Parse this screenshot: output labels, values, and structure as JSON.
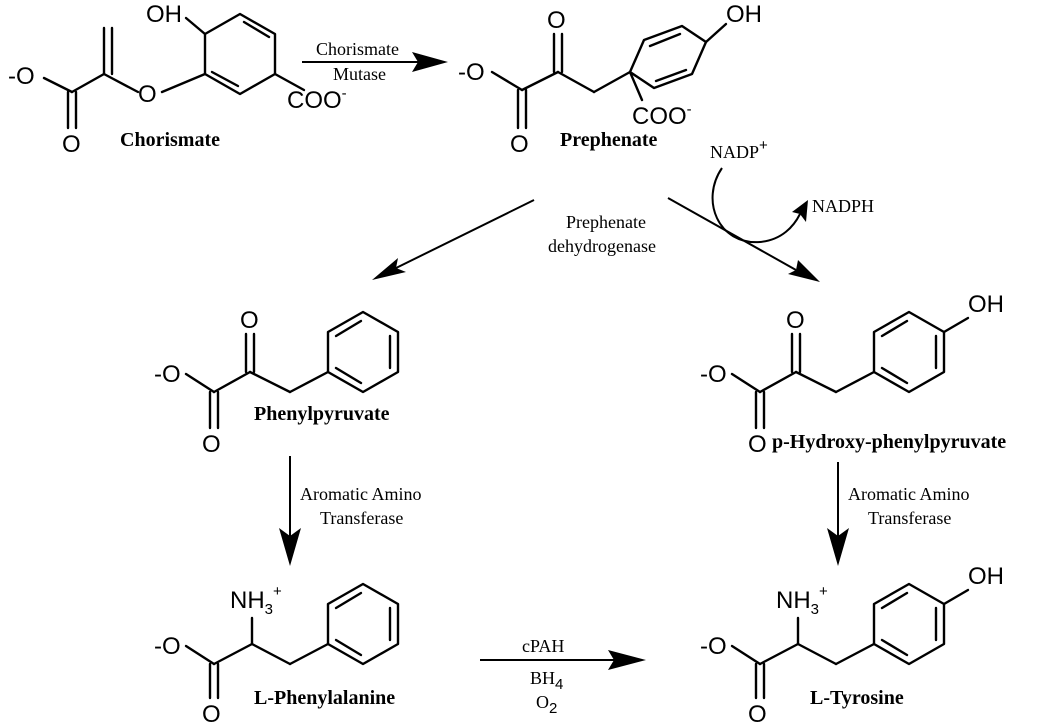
{
  "compounds": {
    "chorismate": "Chorismate",
    "prephenate": "Prephenate",
    "phenylpyruvate": "Phenylpyruvate",
    "hydroxyphenylpyruvate": "p-Hydroxy-phenylpyruvate",
    "phenylalanine": "L-Phenylalanine",
    "tyrosine": "L-Tyrosine"
  },
  "enzymes": {
    "mutase_line1": "Chorismate",
    "mutase_line2": "Mutase",
    "dehydrogenase_line1": "Prephenate",
    "dehydrogenase_line2": "dehydrogenase",
    "transferase_left_line1": "Aromatic Amino",
    "transferase_left_line2": "Transferase",
    "transferase_right_line1": "Aromatic Amino",
    "transferase_right_line2": "Transferase",
    "hydroxylase": "cPAH"
  },
  "cofactors": {
    "nadp_in": "NADP",
    "nadp_in_charge": "+",
    "nadph_out": "NADPH",
    "bh4_base": "BH",
    "bh4_sub": "4",
    "o2_base": "O",
    "o2_sub": "2"
  },
  "atoms": {
    "oxygen": "O",
    "hydroxyl": "OH",
    "carboxylate_neg": "-O",
    "coo": "COO",
    "minus": "-",
    "nh3": "NH",
    "nh3_sub": "3",
    "plus": "+"
  }
}
